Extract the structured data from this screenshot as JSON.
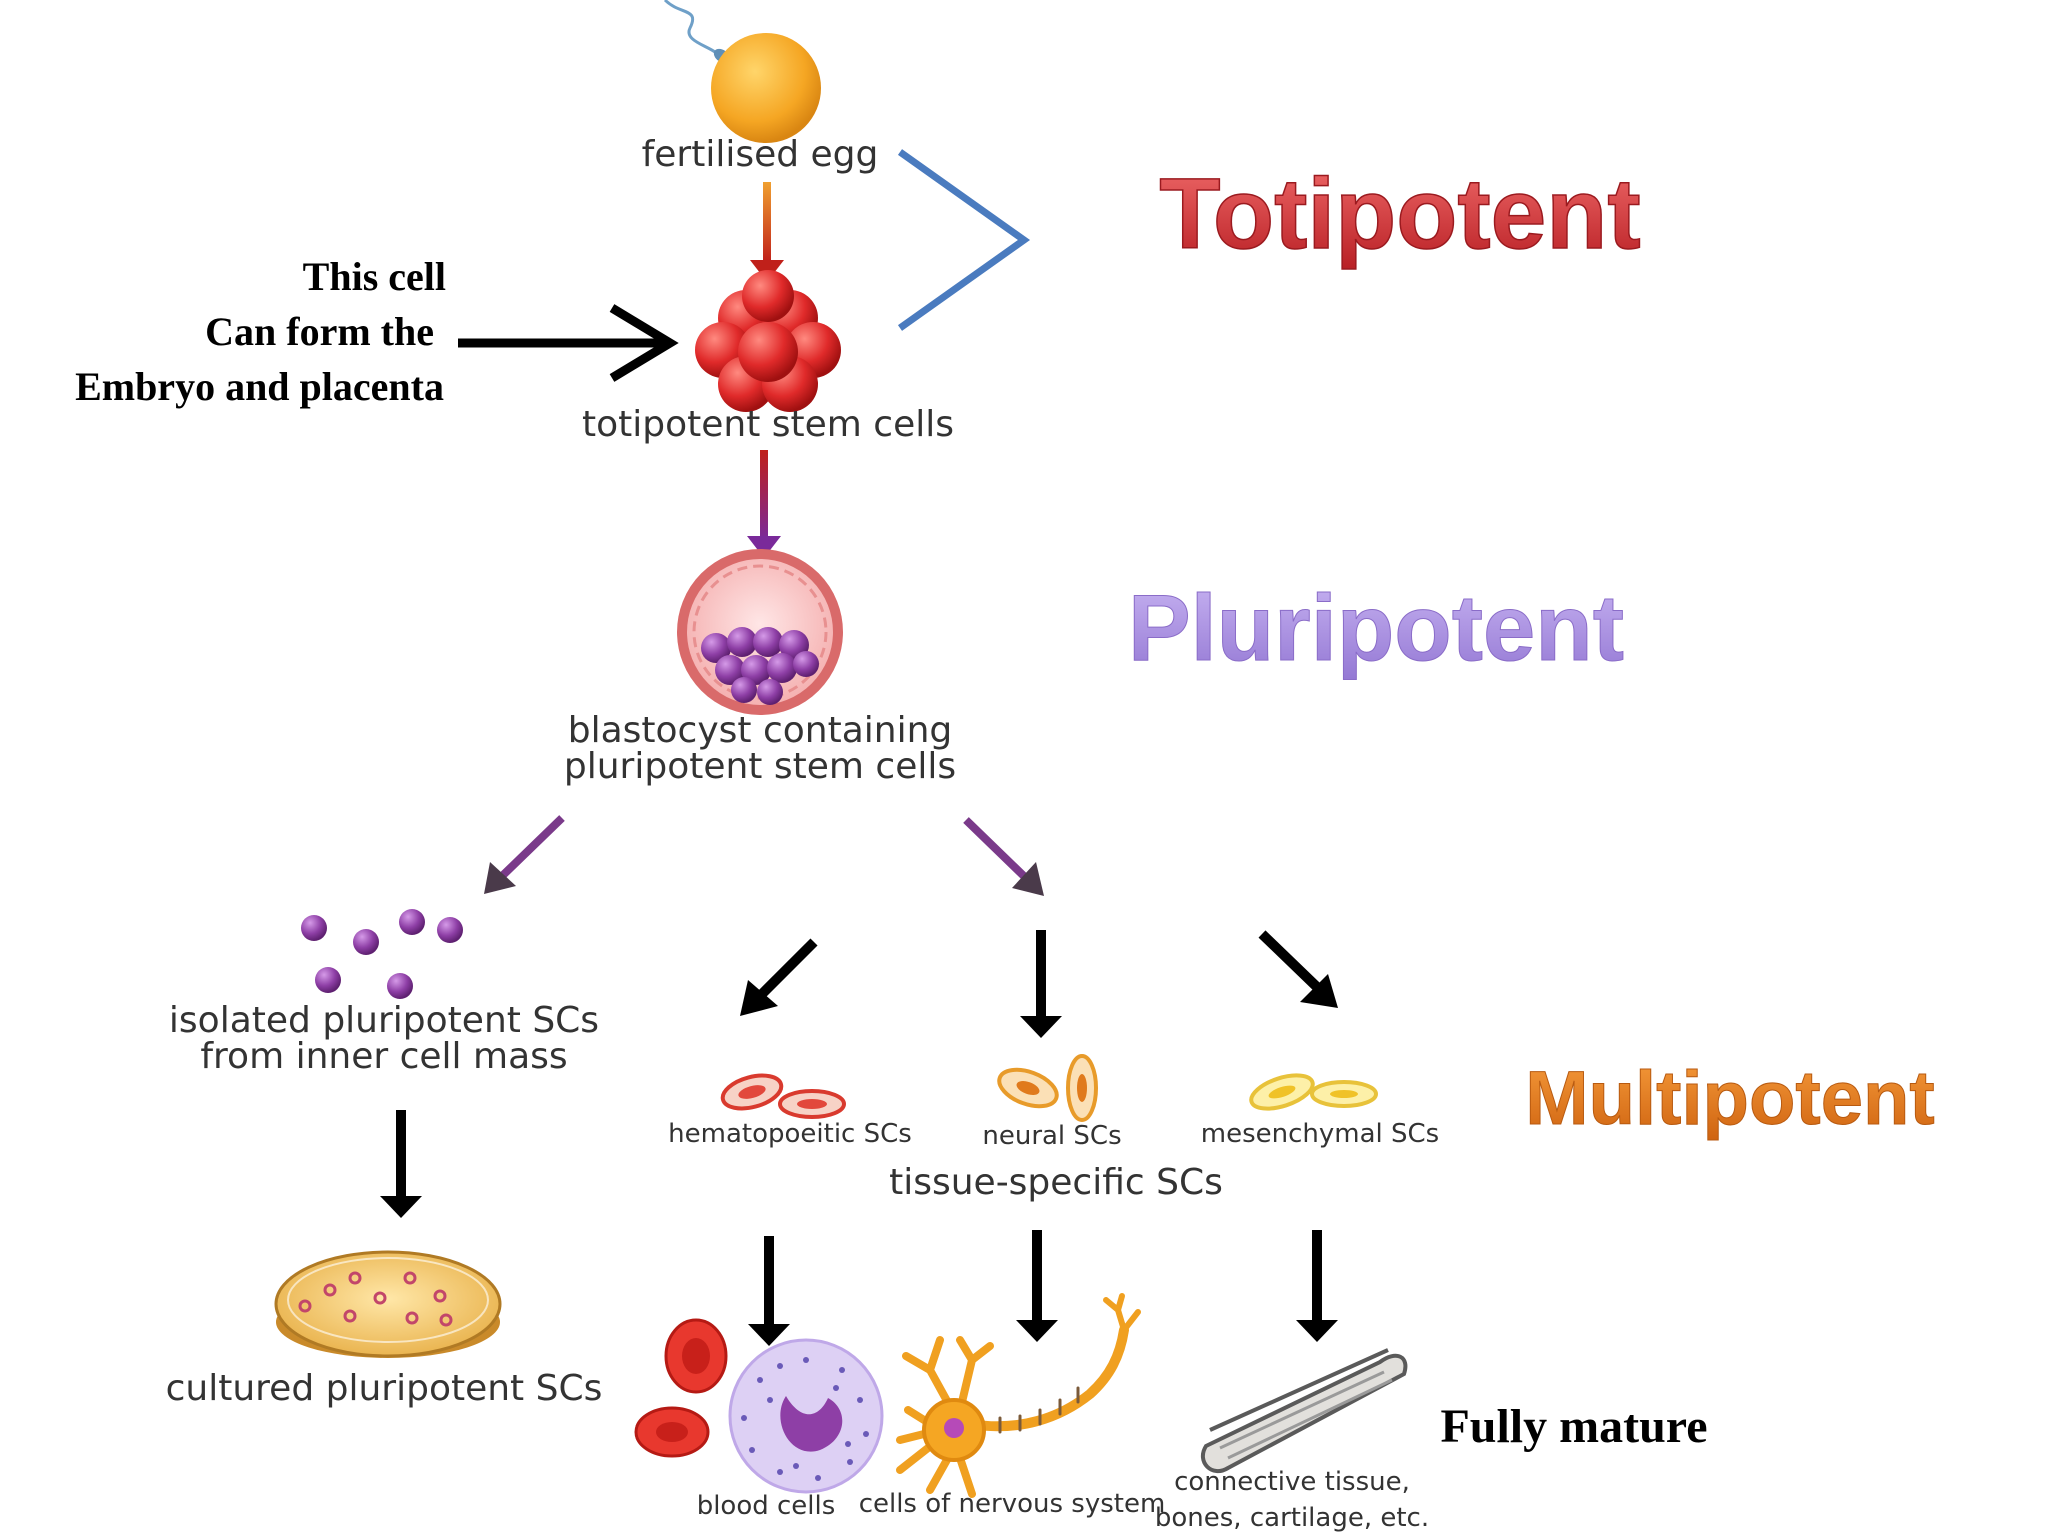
{
  "labels": {
    "fertilised_egg": "fertilised egg",
    "totipotent_stem_cells": "totipotent stem cells",
    "blastocyst_line1": "blastocyst containing",
    "blastocyst_line2": "pluripotent stem cells",
    "isolated_line1": "isolated pluripotent SCs",
    "isolated_line2": "from inner cell mass",
    "cultured": "cultured pluripotent SCs",
    "hematopoietic": "hematopoeitic SCs",
    "neural": "neural SCs",
    "mesenchymal": "mesenchymal SCs",
    "tissue_specific": "tissue-specific SCs",
    "blood_cells": "blood cells",
    "nervous_cells": "cells of nervous system",
    "connective_line1": "connective tissue,",
    "connective_line2": "bones, cartilage, etc."
  },
  "annotation": {
    "line1": "This cell",
    "line2": "Can form the",
    "line3": "Embryo and placenta"
  },
  "stages": {
    "totipotent": "Totipotent",
    "pluripotent": "Pluripotent",
    "multipotent": "Multipotent",
    "fully_mature": "Fully mature"
  },
  "colors": {
    "totipotent": "#d9343a",
    "pluripotent": "#a98ee0",
    "multipotent": "#e07a1c",
    "bracket": "#4a7bbf",
    "egg": "#f5a623",
    "red_cells": "#e02a2a",
    "purple_cells": "#8e3fa6"
  }
}
